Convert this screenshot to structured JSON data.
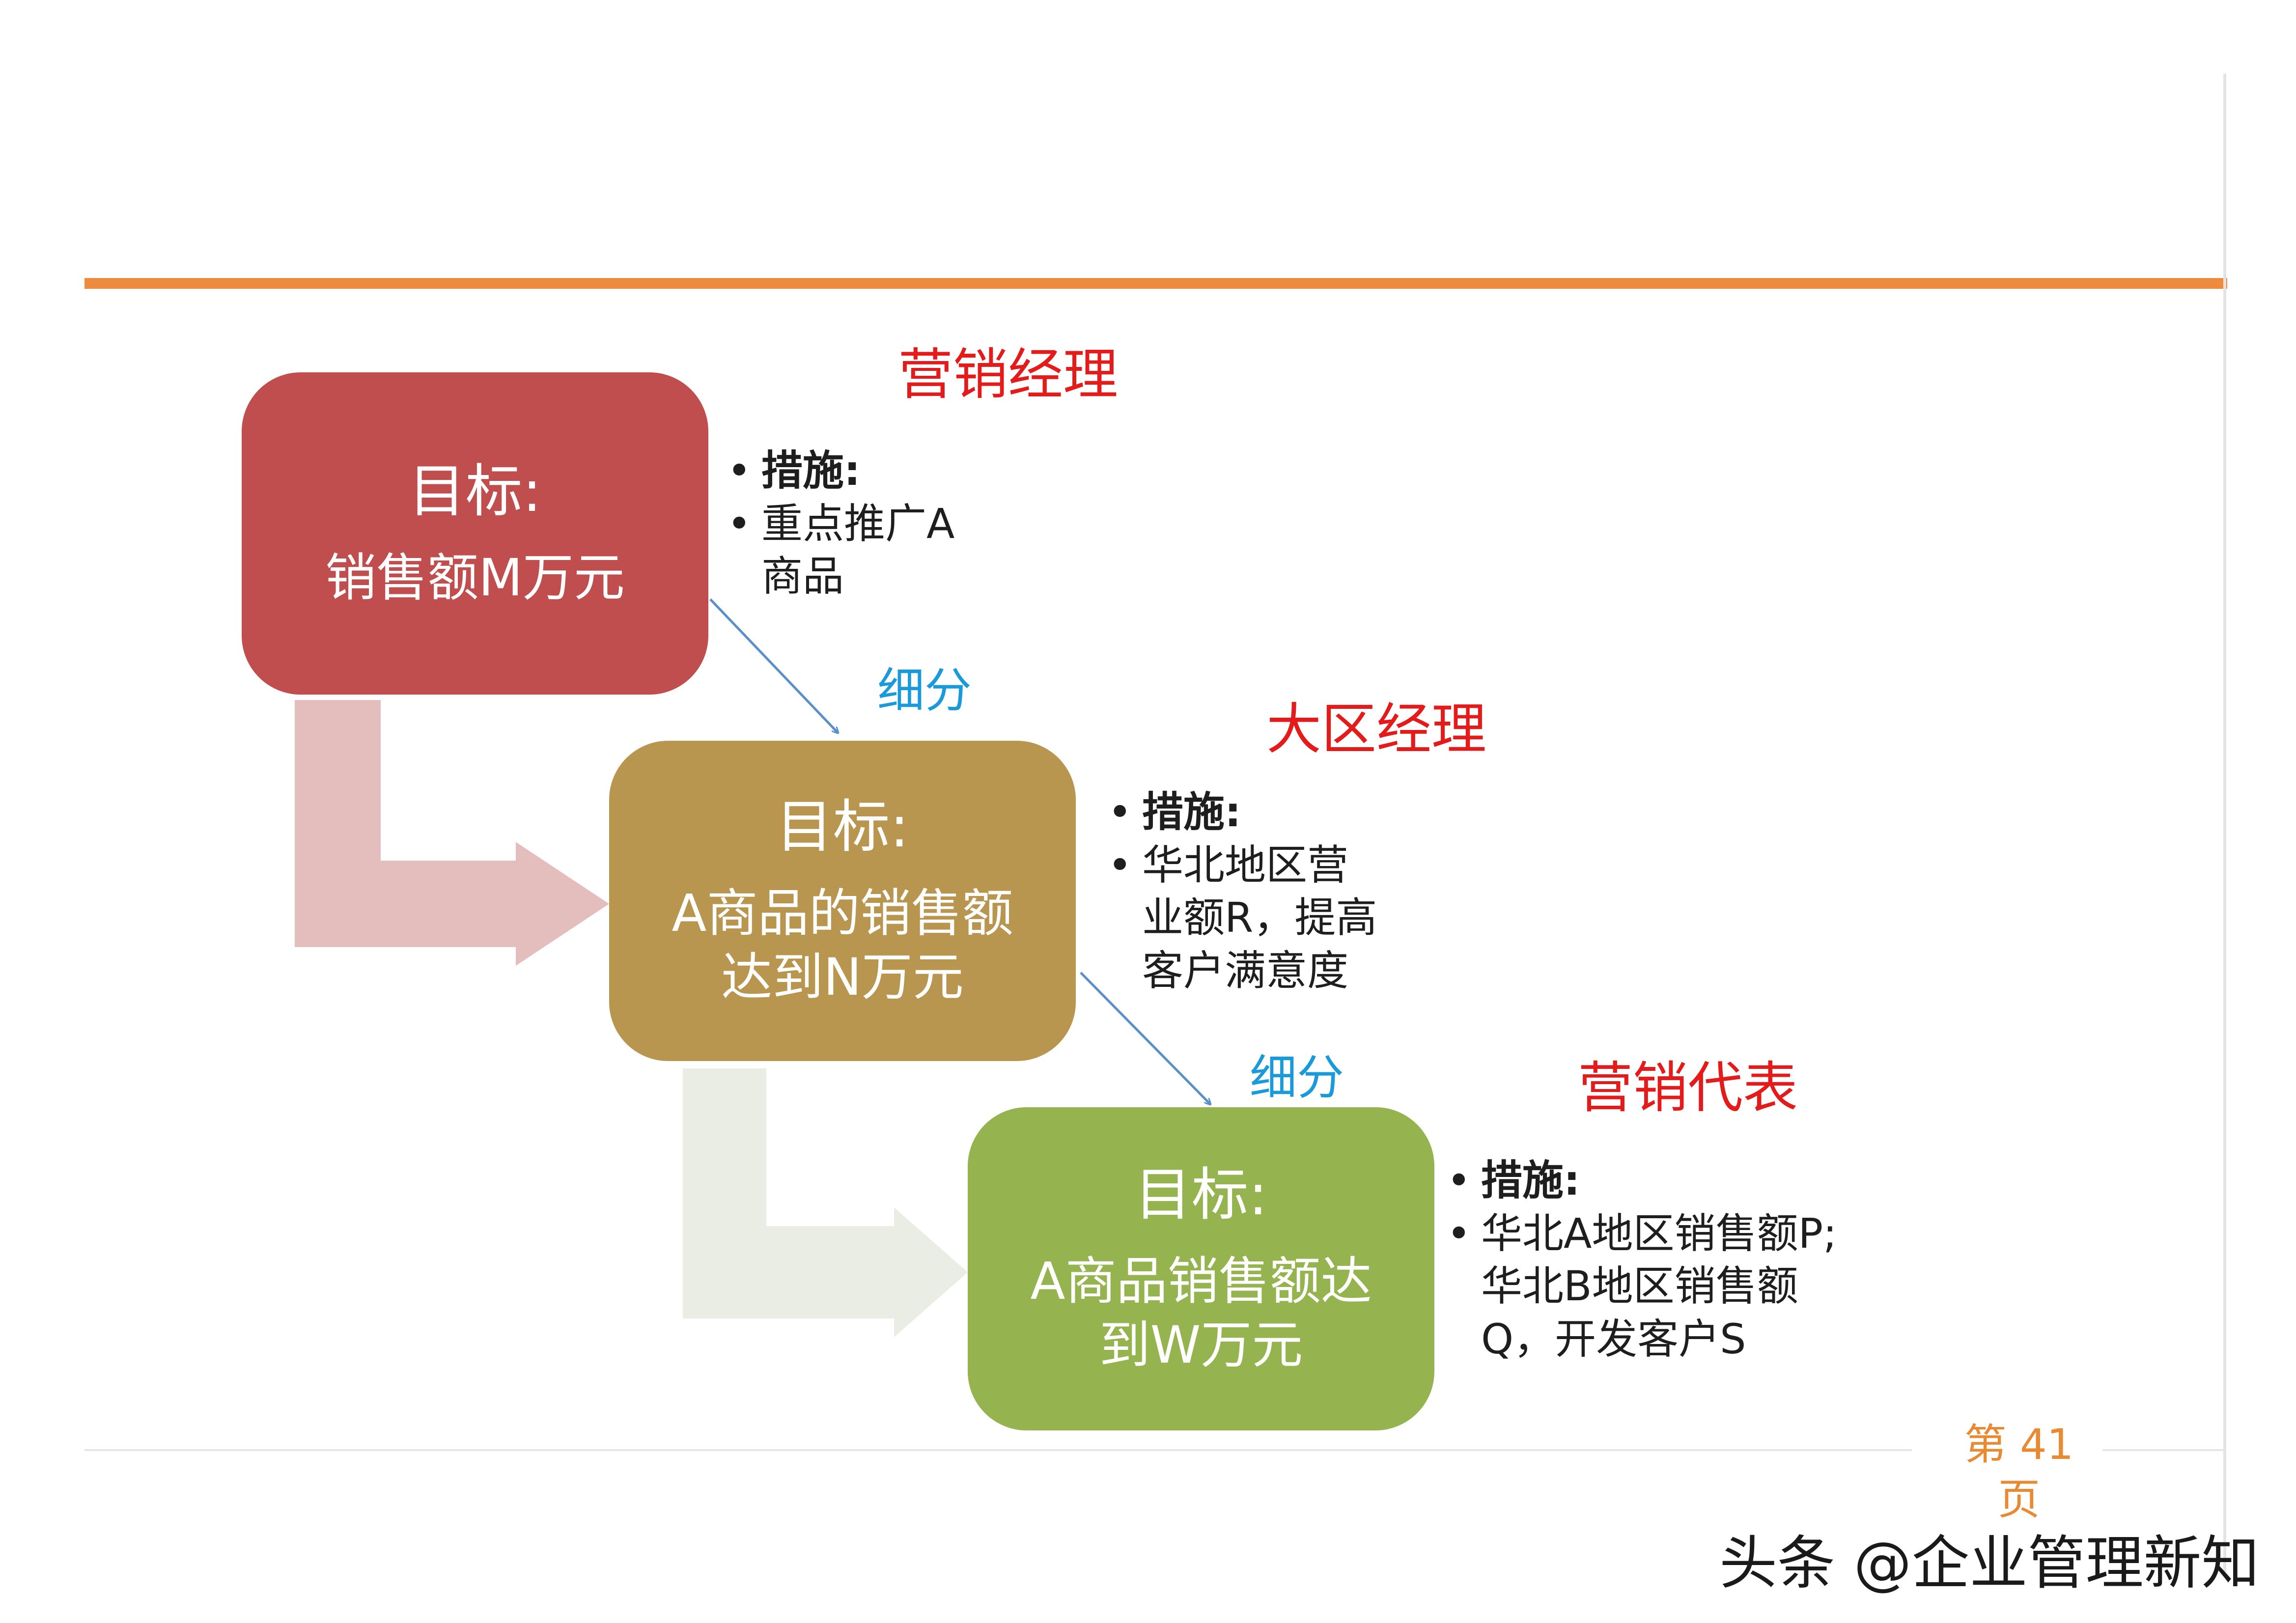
{
  "roles": [
    "营销经理",
    "大区经理",
    "营销代表"
  ],
  "subdivide_label": "细分",
  "goals": [
    {
      "title": "目标:",
      "body": "销售额M万元"
    },
    {
      "title": "目标:",
      "body": "A商品的销售额达到N万元"
    },
    {
      "title": "目标:",
      "body": "A商品销售额达到W万元"
    }
  ],
  "measures": [
    {
      "heading": "措施:",
      "item": "重点推广A\n商品"
    },
    {
      "heading": "措施:",
      "item": "华北地区营\n业额R，提高\n客户满意度"
    },
    {
      "heading": "措施:",
      "item": "华北A地区销售额P;\n华北B地区销售额\nQ，开发客户S"
    }
  ],
  "page_number": {
    "prefix": "第",
    "number": "41",
    "suffix": "页"
  },
  "watermark": "头条 @企业管理新知",
  "colors": {
    "accent_rule": "#ed8c3f",
    "role_text": "#e31b1b",
    "subdivide_text": "#1a9ad8",
    "box_1": "#c04e4e",
    "box_2": "#b9964f",
    "box_3": "#95b450"
  }
}
